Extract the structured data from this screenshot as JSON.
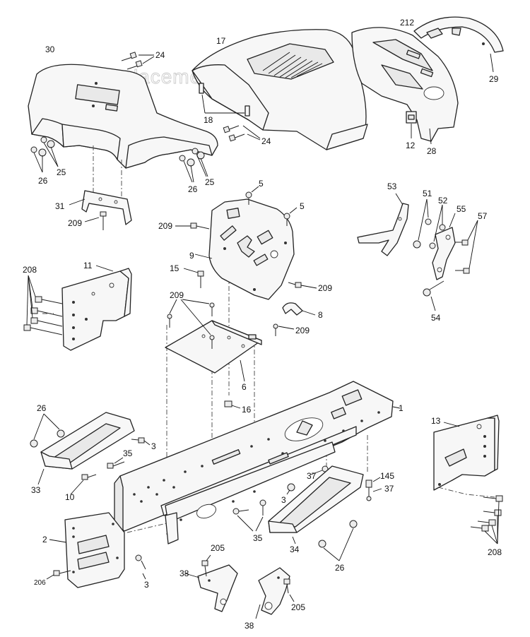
{
  "watermark": "eReplacementParts.com",
  "callouts": {
    "c30": "30",
    "c24a": "24",
    "c17": "17",
    "c212": "212",
    "c29": "29",
    "c18": "18",
    "c12": "12",
    "c28": "28",
    "c24b": "24",
    "c25a": "25",
    "c26a": "26",
    "c26b": "26",
    "c25b": "25",
    "c5a": "5",
    "c5b": "5",
    "c53": "53",
    "c51": "51",
    "c52": "52",
    "c55": "55",
    "c57": "57",
    "c31": "31",
    "c209a": "209",
    "c209b": "209",
    "c9": "9",
    "c15": "15",
    "c209c": "209",
    "c54": "54",
    "c208a": "208",
    "c11": "11",
    "c209d": "209",
    "c8": "8",
    "c209e": "209",
    "c6": "6",
    "c16": "16",
    "c1": "1",
    "c26c": "26",
    "c3a": "3",
    "c35a": "35",
    "c33": "33",
    "c10": "10",
    "c13": "13",
    "c145": "145",
    "c37a": "37",
    "c37b": "37",
    "c3b": "3",
    "c35b": "35",
    "c34": "34",
    "c26d": "26",
    "c2": "2",
    "c205a": "205",
    "c38a": "38",
    "c206": "206",
    "c3c": "3",
    "c38b": "38",
    "c205b": "205",
    "c208b": "208"
  }
}
